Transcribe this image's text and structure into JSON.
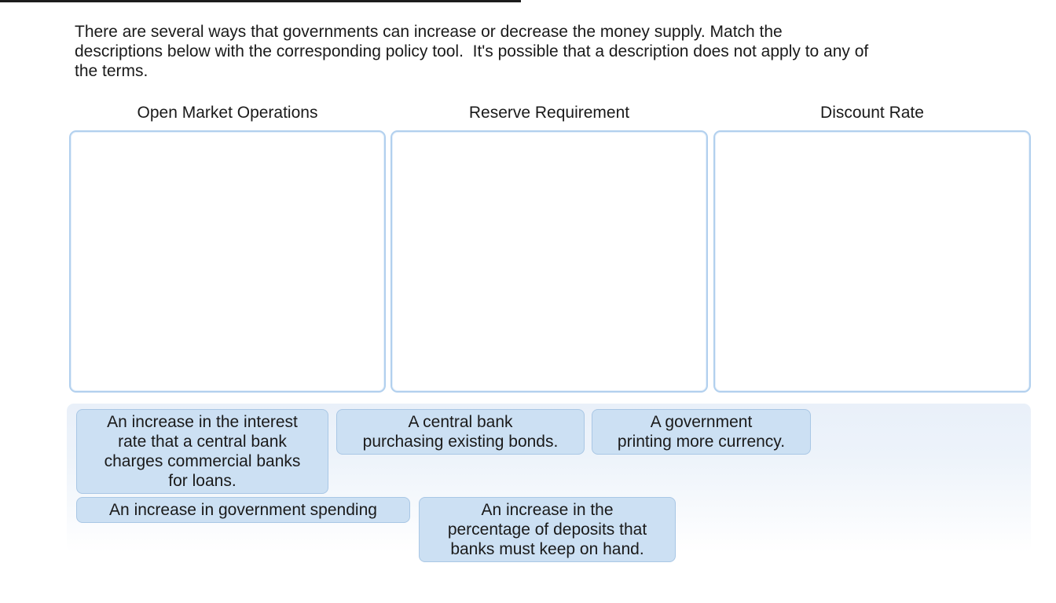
{
  "instructions": "There are several ways that governments can increase or decrease the money supply. Match the\ndescriptions below with the corresponding policy tool.  It's possible that a description does not apply to any of\nthe terms.",
  "columns": [
    {
      "label": "Open Market Operations"
    },
    {
      "label": "Reserve Requirement"
    },
    {
      "label": "Discount Rate"
    }
  ],
  "tray": {
    "cards": [
      {
        "text": "An increase in the interest\nrate that a central bank\ncharges commercial banks\nfor loans."
      },
      {
        "text": "A central bank\npurchasing existing bonds."
      },
      {
        "text": "A government\nprinting more currency."
      },
      {
        "text": "An increase in government spending"
      },
      {
        "text": "An increase in the\npercentage of deposits that\nbanks must keep on hand."
      }
    ]
  },
  "colors": {
    "card_background": "#cce0f3",
    "card_border": "#a9c7e5",
    "dropzone_border": "#b2d0ee",
    "tray_background_top": "#e9f0f9",
    "text": "#1a1a1a"
  }
}
